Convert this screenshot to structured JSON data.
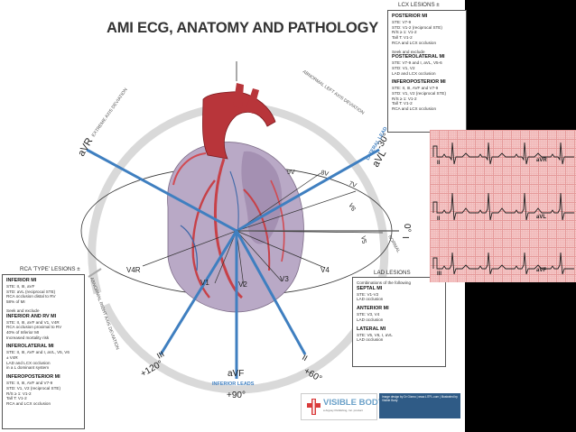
{
  "title": "AMI ECG, ANATOMY AND PATHOLOGY",
  "lcx": {
    "heading": "LCX LESIONS ±",
    "sections": [
      {
        "title": "POSTERIOR MI",
        "lines": [
          "STE: V7-9",
          "STD: V1-2 (reciprocal STE)",
          "R/S ≥ 1: V1-2",
          "Tall T: V1-2",
          "RCA and LCX occlusion"
        ]
      },
      {
        "title": "Seek and exclude",
        "lines": []
      },
      {
        "title": "POSTEROLATERAL MI",
        "lines": [
          "STE: V7-9 and I, aVL, V5-6",
          "STD: V1, V2",
          "LAD and LCX occlusion"
        ]
      },
      {
        "title": "INFEROPOSTERIOR MI",
        "lines": [
          "STE: II, III, AVF and V7-9",
          "STD: V1, V2 (reciprocal STE)",
          "R/S ≥ 1: V1-2",
          "Tall T: V1-2",
          "RCA and LCX occlusion"
        ]
      }
    ]
  },
  "rca": {
    "heading": "RCA 'TYPE' LESIONS ±",
    "sections": [
      {
        "title": "INFERIOR MI",
        "lines": [
          "STE: II, III, aVF",
          "STD: aVL (reciprocal STE)",
          "RCA occlusion distal to RV",
          "58% of MI"
        ]
      },
      {
        "title": "Seek and exclude",
        "lines": []
      },
      {
        "title": "INFERIOR AND RV MI",
        "lines": [
          "STE: II, III, aVF and V1, V4R",
          "RCA occlusion proximal to RV",
          "40% of Inferior MI",
          "Increased mortality risk"
        ]
      },
      {
        "title": "INFEROLATERAL MI",
        "lines": [
          "STE: II, III, AVF and I, aVL, V5, V6",
          "± V4R",
          "LAD and LCX occlusion",
          "in a L dominant system"
        ]
      },
      {
        "title": "INFEROPOSTERIOR MI",
        "lines": [
          "STE: II, III, AVF and V7-9",
          "STD: V1, V2 (reciprocal STE)",
          "R/S ≥ 1: V1-2",
          "Tall T: V1-2",
          "RCA and LCX occlusion"
        ]
      }
    ]
  },
  "lad": {
    "heading": "LAD LESIONS",
    "intro": "Combinations of the following",
    "sections": [
      {
        "title": "SEPTAL MI",
        "lines": [
          "STE: V1-V2",
          "LAD occlusion"
        ]
      },
      {
        "title": "ANTERIOR MI",
        "lines": [
          "STE: V3, V4",
          "LAD occlusion"
        ]
      },
      {
        "title": "LATERAL MI",
        "lines": [
          "STE: V5, V6, I, aVL",
          "LAD occlusion"
        ]
      }
    ]
  },
  "hexaxial": {
    "leads": {
      "avr": "aVR",
      "avl": "aVL",
      "i": "I",
      "ii": "II",
      "iii": "III",
      "avf": "aVF"
    },
    "angles": {
      "minus30": "-30°",
      "zero": "0°",
      "plus60": "+60°",
      "plus90": "+90°",
      "plus120": "+120°"
    },
    "groups": {
      "lateral": "LATERAL LEAD",
      "inferior": "INFERIOR LEADS"
    },
    "arc_labels": {
      "extreme": "EXTREME AXIS DEVIATION",
      "left": "ABNORMAL LEFT AXIS DEVIATION",
      "right": "ABNORMAL RIGHT AXIS DEVIATION",
      "normal": "NORMAL"
    }
  },
  "precordial": {
    "v1": "V1",
    "v2": "V2",
    "v3": "V3",
    "v4": "V4",
    "v4r": "V4R",
    "v5": "V5",
    "v6": "V6",
    "v7": "7V",
    "v8": "8V",
    "v9": "9V"
  },
  "ecg_strip": {
    "labels": [
      "aVR",
      "aVL",
      "aVF"
    ],
    "row_leads": [
      "II",
      "II",
      "III"
    ]
  },
  "brand": {
    "name": "VISIBLE BODY",
    "tagline": "a Argosy Publishing, Inc. product",
    "url": "www.visiblebody.com"
  },
  "credit": "Image design by Dr Gizmo | www.LITFL.com | Illustrated by Visible Body"
}
